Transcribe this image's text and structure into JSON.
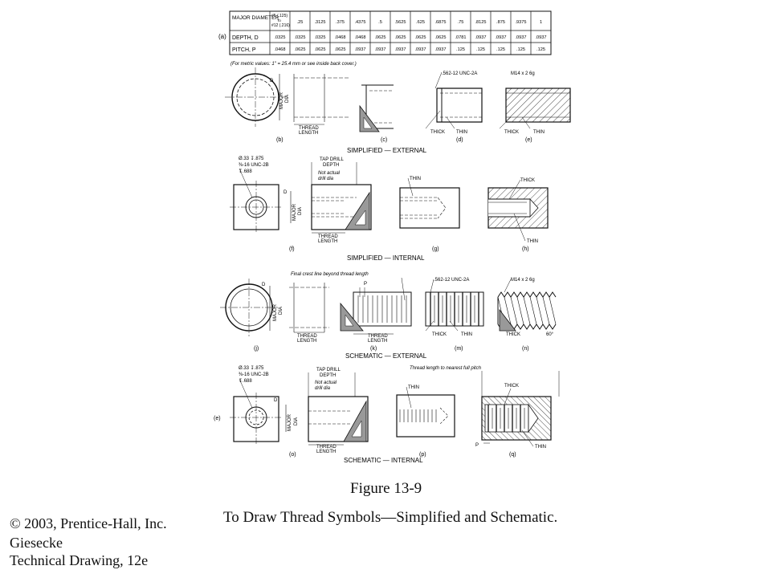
{
  "table": {
    "panel_label": "(a)",
    "row_headers": [
      "MAJOR DIAMETER",
      "DEPTH, D",
      "PITCH, P"
    ],
    "first_header_line1": "#5 (.125)",
    "first_header_line2": "#12 (.216)",
    "first_header_mid": "To",
    "diameters": [
      ".25",
      ".3125",
      ".375",
      ".4375",
      ".5",
      ".5625",
      ".625",
      ".6875",
      ".75",
      ".8125",
      ".875",
      ".9375",
      "1"
    ],
    "depths": [
      ".0325",
      ".0325",
      ".0325",
      ".0468",
      ".0468",
      ".0625",
      ".0625",
      ".0625",
      ".0625",
      ".0781",
      ".0937",
      ".0937",
      ".0937",
      ".0937"
    ],
    "pitches": [
      ".0468",
      ".0625",
      ".0625",
      ".0625",
      ".0937",
      ".0937",
      ".0937",
      ".0937",
      ".0937",
      ".125",
      ".125",
      ".125",
      ".125",
      ".125"
    ],
    "note": "(For metric values: 1\" = 25.4 mm or see inside back cover.)"
  },
  "section_titles": {
    "simplified_external": "SIMPLIFIED — EXTERNAL",
    "simplified_internal": "SIMPLIFIED — INTERNAL",
    "schematic_external": "SCHEMATIC — EXTERNAL",
    "schematic_internal": "SCHEMATIC — INTERNAL"
  },
  "view_labels": [
    "(b)",
    "(c)",
    "(d)",
    "(e)",
    "(f)",
    "(g)",
    "(h)",
    "(j)",
    "(k)",
    "(m)",
    "(n)",
    "(o)",
    "(p)",
    "(q)"
  ],
  "annotations": {
    "d": "D",
    "major": "MAJOR",
    "dia": "DIA",
    "thread": "THREAD",
    "length": "LENGTH",
    "thick": "THICK",
    "thin": "THIN",
    "unc_external": ".562-12 UNC-2A",
    "metric_external": "M14 x 2 6g",
    "callout_dia": "Ø.33 ↧.875",
    "callout_unc": "⅜-16 UNC-2B",
    "callout_depth": "↧.688",
    "tap_drill": "TAP DRILL",
    "depth": "DEPTH",
    "not_actual": "Not actual",
    "drill_dia": "drill dia",
    "final_crest": "Final crest line beyond thread length",
    "p": "P",
    "sixty": "60°",
    "panel_e": "(e)",
    "nearest_pitch": "Thread length to nearest full pitch"
  },
  "caption": {
    "figure_number": "Figure 13-9",
    "title": "To Draw Thread Symbols—Simplified and Schematic."
  },
  "credit": {
    "line1": "© 2003, Prentice-Hall, Inc.",
    "line2": "Giesecke",
    "line3": "Technical Drawing, 12e"
  }
}
